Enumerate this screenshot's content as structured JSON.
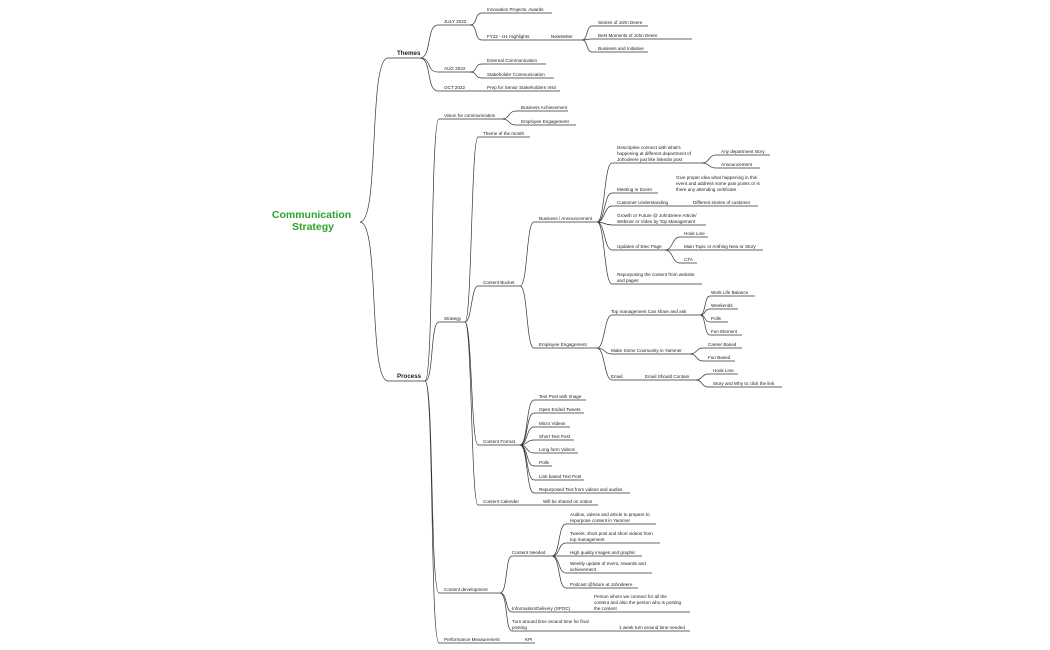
{
  "root": "Communication Strategy",
  "root_lines": [
    "Communication",
    "Strategy"
  ],
  "themes": {
    "label": "Themes",
    "july_2022": "JULY 2022",
    "innovation_projects": "Innovation Projects, Awards",
    "fy22_highlights": "FY22 - H1 Highlights",
    "newsletter": "Newsletter",
    "stories_john_deere": "Stories of John Deere",
    "best_moments": "Best Moments of John Deere",
    "business_initiative": "Business and Initiative",
    "aug_2022": "AUG 2022",
    "external_communication": "External Communication",
    "stakeholder_communication": "Stakeholder Communication",
    "oct_2022": "OCT 2022",
    "prep_senior_visit": "Prep for Senior Stakeholders Visit"
  },
  "process": {
    "label": "Process",
    "vision": "Vision for communication",
    "business_achievement": "Business Achievement",
    "employee_engagement_v": "Employee Engagement",
    "strategy": "Strategy",
    "theme_of_month": "Theme of the month",
    "content_bucket": "Content Bucket",
    "business_announcement": "Business / Announcement",
    "descriptive_connect": [
      "Descriptive connect with what's",
      "happening at different department of",
      "Johndeere just like linkedin post"
    ],
    "any_department_story": "Any department story",
    "announcement": "Announcement",
    "meeting_event": "Meeting or Event",
    "give_proper_idea": [
      "Give proper idea what happening in this",
      "event and address some pain points or is",
      "there any attending certificate"
    ],
    "customer_understanding": "Customer Understanding",
    "different_stories_customer": "Different stories of customer",
    "growth_future": [
      "Growth or Future @ JohnDeere Article/",
      "Webinar or Video by Top Management"
    ],
    "updates_etec": "Updates of Etec Page",
    "hook_line_1": "Hook Line",
    "main_topic": "Main Topic or Anthing New or Story",
    "cta": "CTA",
    "repurposing": [
      "Repurposing the content from website",
      "and pages"
    ],
    "employee_engagement": "Employee Engagement",
    "top_management": "Top management Can share and ask",
    "work_life_balance": "Work Life Balance",
    "weekends": "Weekends",
    "polls_1": "Polls",
    "fun_element": "Fun Element",
    "make_community": "Make Some Coomunity in Yammer",
    "career_based": "Career Based",
    "fun_based": "Fun Based",
    "email": "Email",
    "email_should_contain": "Email Should Contain",
    "hook_line_2": "Hook Line",
    "story_and_why": "Story and Why to click the link",
    "content_format": "Content Format",
    "text_post_image": "Text Post with Image",
    "open_ended_tweets": "Open Ended Tweets",
    "micro_videos": "Micro Videos",
    "short_text_post": "Short Text Post",
    "long_form_videos": "Long form Videos",
    "polls_2": "Polls",
    "link_based_text_post": "Link based Text Post",
    "repurposed_text": "Repurposed Text from videos and audios",
    "content_calendar": "Content Calender",
    "shared_on_notion": "Will be shared on notion",
    "content_development": "Content development",
    "content_needed": "Content Needed",
    "audios_videos_article": [
      "Audios, videos and article to prepare to",
      "repurpose content in Yammer"
    ],
    "tweets_short_post": [
      "Tweets, short post and short videos from",
      "top management"
    ],
    "high_quality_images": "High quality images and graphic",
    "weekly_update": [
      "Weekly update of event, rewards and",
      "achievement"
    ],
    "podcast": "Podcast @future at Johndeere",
    "information_delivery": "Information/Delivery (SPOC)",
    "person_whom": [
      "Person whom we connect for all the",
      "content and also the person who is posting",
      "the content"
    ],
    "turnaround": [
      "Turn around time around time for final",
      "posting"
    ],
    "one_week": "1 week turn around time needed",
    "performance_measurement": "Performance Measurement",
    "kpi": "KPI"
  }
}
